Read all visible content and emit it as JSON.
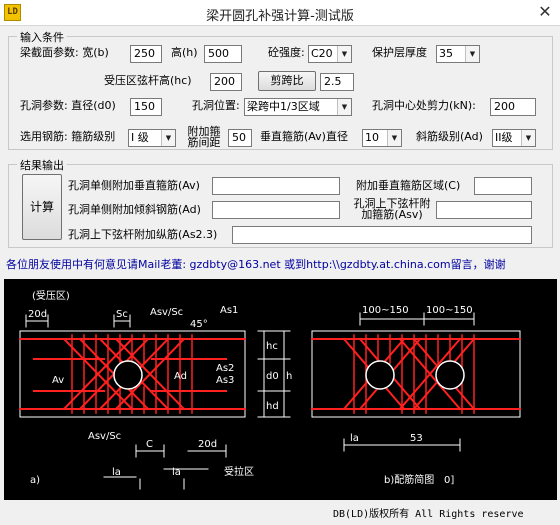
{
  "window": {
    "title": "梁开圆孔补强计算-测试版",
    "icon": "LD",
    "close": "✕"
  },
  "inputs": {
    "title": "输入条件",
    "section_label": "梁截面参数: 宽(b)",
    "width_value": "250",
    "height_label": "高(h)",
    "height_value": "500",
    "concrete_label": "砼强度:",
    "concrete_value": "C20",
    "cover_label": "保护层厚度",
    "cover_value": "35",
    "chord_label": "受压区弦杆高(hc)",
    "chord_value": "200",
    "span_button": "剪跨比",
    "span_value": "2.5",
    "hole_label": "孔洞参数: 直径(d0)",
    "hole_value": "150",
    "position_label": "孔洞位置:",
    "position_value": "梁跨中1/3区域",
    "shear_label": "孔洞中心处剪力(kN):",
    "shear_value": "200",
    "rebar_label": "选用钢筋: 箍筋级别",
    "stirrup_grade": "I 级",
    "spacing_label": "附加箍筋间距",
    "spacing_value": "50",
    "vertical_label": "垂直箍筋(Av)直径",
    "vertical_value": "10",
    "inclined_label": "斜筋级别(Ad)",
    "inclined_grade": "II级"
  },
  "results": {
    "title": "结果输出",
    "compute_button": "计算",
    "av_label": "孔洞单侧附加垂直箍筋(Av)",
    "av_value": "",
    "c_label": "附加垂直箍筋区域(C)",
    "c_value": "",
    "ad_label": "孔洞单侧附加倾斜钢筋(Ad)",
    "ad_value": "",
    "asv_label": "孔洞上下弦杆附加箍筋(Asv)",
    "asv_value": "",
    "as23_label": "孔洞上下弦杆附加纵筋(As2.3)",
    "as23_value": ""
  },
  "notice": "各位朋友使用中有何意见请Mail老董: gzdbty@163.net 或到http:\\\\gzdbty.at.china.com留言，谢谢",
  "diagram": {
    "tension_zone": "(受压区)",
    "l20d_left": "20d",
    "sc": "Sc",
    "asv_sc_top": "Asv/Sc",
    "as1": "As1",
    "angle": "45°",
    "av": "Av",
    "as2": "As2",
    "as3": "As3",
    "ad": "Ad",
    "hc": "hc",
    "d0": "d0",
    "h": "h",
    "hd": "hd",
    "asv_sc_bottom": "Asv/Sc",
    "c": "C",
    "l20d_bottom": "20d",
    "la_left": "la",
    "la_mid": "la",
    "compression_zone": "受拉区",
    "label_a": "a)",
    "dim_100_150_a": "100~150",
    "dim_100_150_b": "100~150",
    "la_right": "la",
    "d53": "53",
    "label_b": "b)配筋简图",
    "zero": "0]"
  },
  "footer": "DB(LD)版权所有 All Rights reserve"
}
